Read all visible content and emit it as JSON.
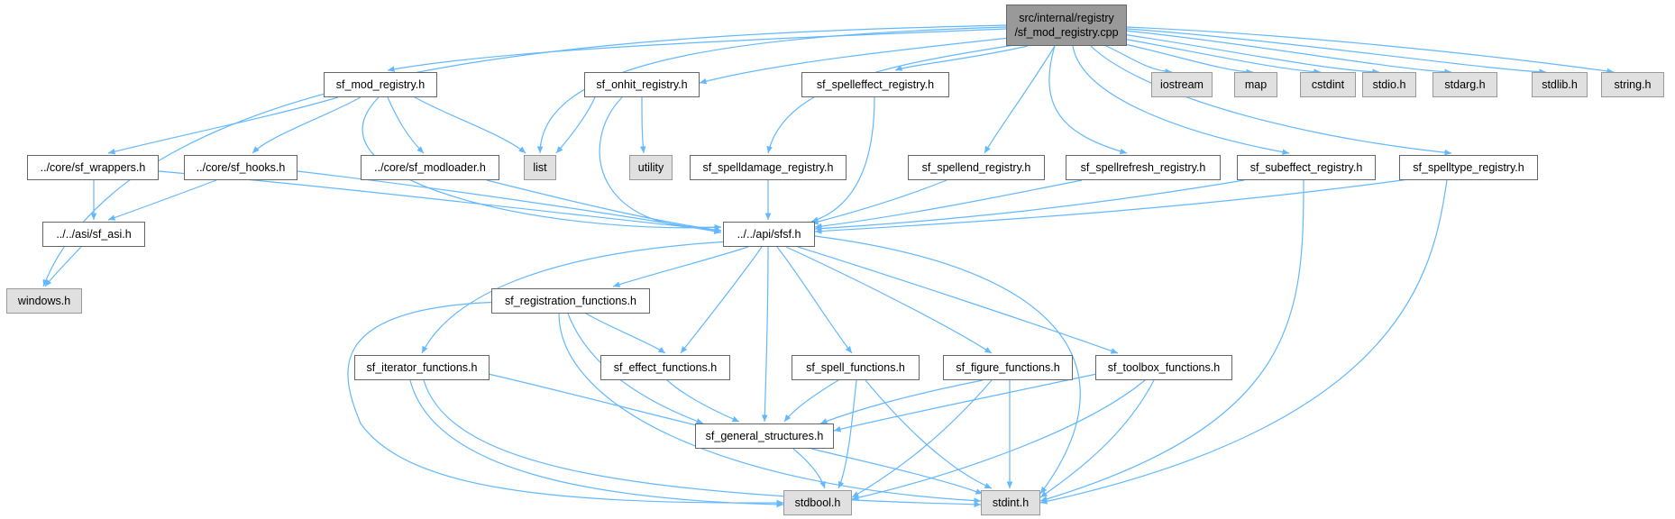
{
  "root": {
    "line1": "src/internal/registry",
    "line2": "/sf_mod_registry.cpp"
  },
  "nodes": {
    "sf_mod_registry_h": "sf_mod_registry.h",
    "sf_onhit_registry_h": "sf_onhit_registry.h",
    "sf_spelleffect_registry_h": "sf_spelleffect_registry.h",
    "iostream": "iostream",
    "map": "map",
    "cstdint": "cstdint",
    "stdio_h": "stdio.h",
    "stdarg_h": "stdarg.h",
    "stdlib_h": "stdlib.h",
    "string_h": "string.h",
    "core_sf_wrappers_h": "../core/sf_wrappers.h",
    "core_sf_hooks_h": "../core/sf_hooks.h",
    "core_sf_modloader_h": "../core/sf_modloader.h",
    "list": "list",
    "utility": "utility",
    "sf_spelldamage_registry_h": "sf_spelldamage_registry.h",
    "sf_spellend_registry_h": "sf_spellend_registry.h",
    "sf_spellrefresh_registry_h": "sf_spellrefresh_registry.h",
    "sf_subeffect_registry_h": "sf_subeffect_registry.h",
    "sf_spelltype_registry_h": "sf_spelltype_registry.h",
    "asi_sf_asi_h": "../../asi/sf_asi.h",
    "api_sfsf_h": "../../api/sfsf.h",
    "windows_h": "windows.h",
    "sf_registration_functions_h": "sf_registration_functions.h",
    "sf_iterator_functions_h": "sf_iterator_functions.h",
    "sf_effect_functions_h": "sf_effect_functions.h",
    "sf_spell_functions_h": "sf_spell_functions.h",
    "sf_figure_functions_h": "sf_figure_functions.h",
    "sf_toolbox_functions_h": "sf_toolbox_functions.h",
    "sf_general_structures_h": "sf_general_structures.h",
    "stdbool_h": "stdbool.h",
    "stdint_h": "stdint.h"
  },
  "colors": {
    "edge": "#63b8ff",
    "node_border": "#666666",
    "external_fill": "#e0e0e0",
    "root_fill": "#999999"
  }
}
